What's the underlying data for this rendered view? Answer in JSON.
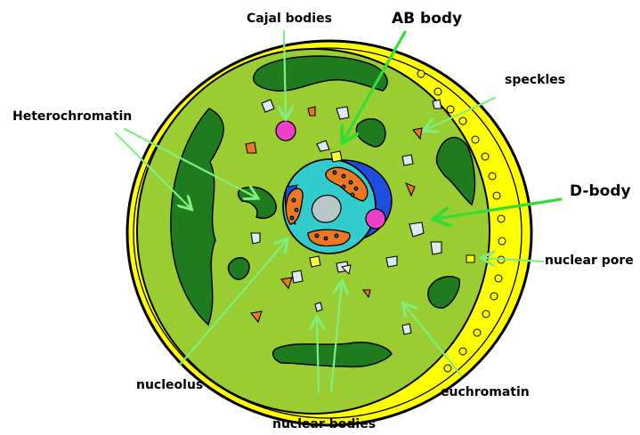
{
  "labels": {
    "cajal": "Cajal bodies",
    "ab": "AB body",
    "speckles": "speckles",
    "hetero": "Heterochromatin",
    "dbody": "D-body",
    "pore": "nuclear pore",
    "nucleolus": "nucleolus",
    "euchromatin": "euchromatin",
    "nuclear_bodies": "nuclear bodies"
  },
  "colors": {
    "envelope": "#ffff00",
    "nucleoplasm": "#9acd32",
    "heterochromatin": "#1e7b1e",
    "nucleolus": "#33cccc",
    "dbody": "#1e4ee0",
    "cajal": "#ee3fc8",
    "speckle": "#dce9f0",
    "fragment": "#ee7722",
    "arrow": "#7ff07f"
  }
}
